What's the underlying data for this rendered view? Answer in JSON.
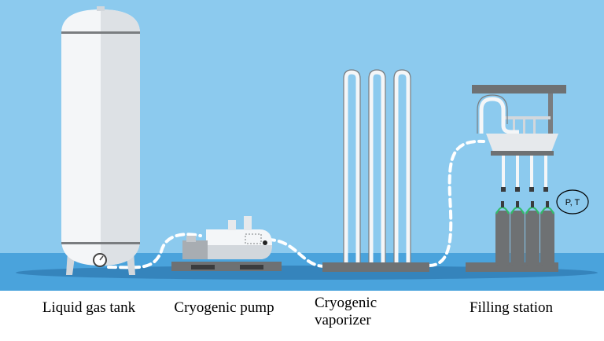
{
  "labels": {
    "tank": "Liquid gas tank",
    "pump": "Cryogenic pump",
    "vaporizer_line1": "Cryogenic",
    "vaporizer_line2": "vaporizer",
    "filling": "Filling station",
    "sensor": "P, T"
  },
  "colors": {
    "sky": "#8ccaee",
    "ground": "#4aa3dc",
    "shadow": "#2f79b2",
    "equipment_white": "#f4f6f8",
    "equipment_shade": "#d2d7dc",
    "equipment_grey": "#7a7d80",
    "cylinder": "#6e7173",
    "cylinder_cap": "#2fbf6a",
    "pipe_dash": "#ffffff"
  },
  "icons": [
    "tank-icon",
    "pressure-gauge-icon",
    "pump-icon",
    "vaporizer-icon",
    "filling-station-icon",
    "gas-cylinder-icon"
  ]
}
